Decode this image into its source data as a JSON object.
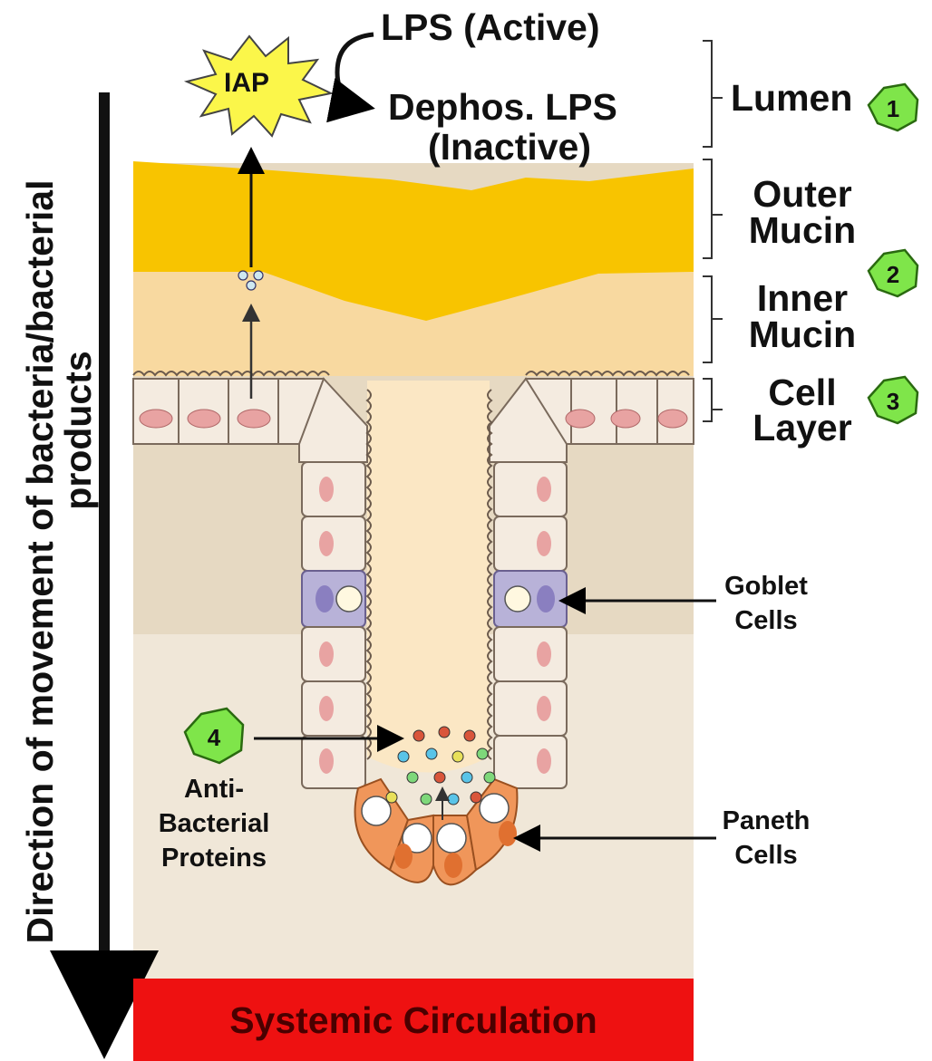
{
  "iap_label": "IAP",
  "lps_active": "LPS (Active)",
  "dephos_line1": "Dephos. LPS",
  "dephos_line2": "(Inactive)",
  "lumen": "Lumen",
  "outer_mucin_1": "Outer",
  "outer_mucin_2": "Mucin",
  "inner_mucin_1": "Inner",
  "inner_mucin_2": "Mucin",
  "cell_layer_1": "Cell",
  "cell_layer_2": "Layer",
  "goblet_1": "Goblet",
  "goblet_2": "Cells",
  "paneth_1": "Paneth",
  "paneth_2": "Cells",
  "antibac_1": "Anti-",
  "antibac_2": "Bacterial",
  "antibac_3": "Proteins",
  "direction_1": "Direction of movement of bacteria/bacterial",
  "direction_2": "products",
  "systemic": "Systemic Circulation",
  "markers": [
    "1",
    "2",
    "3",
    "4"
  ],
  "colors": {
    "outer_mucin": "#f8c400",
    "inner_mucin": "#f8d79a",
    "lumen_bg": "#fbe7c4",
    "tissue": "#e4d6bf",
    "cell": "#f4ebe0",
    "nucleus": "#e8a3a2",
    "goblet": "#b8b2d8",
    "paneth": "#f0965a",
    "circulation": "#ee1111",
    "marker": "#7fe54a",
    "iap_star": "#fbf64a"
  }
}
